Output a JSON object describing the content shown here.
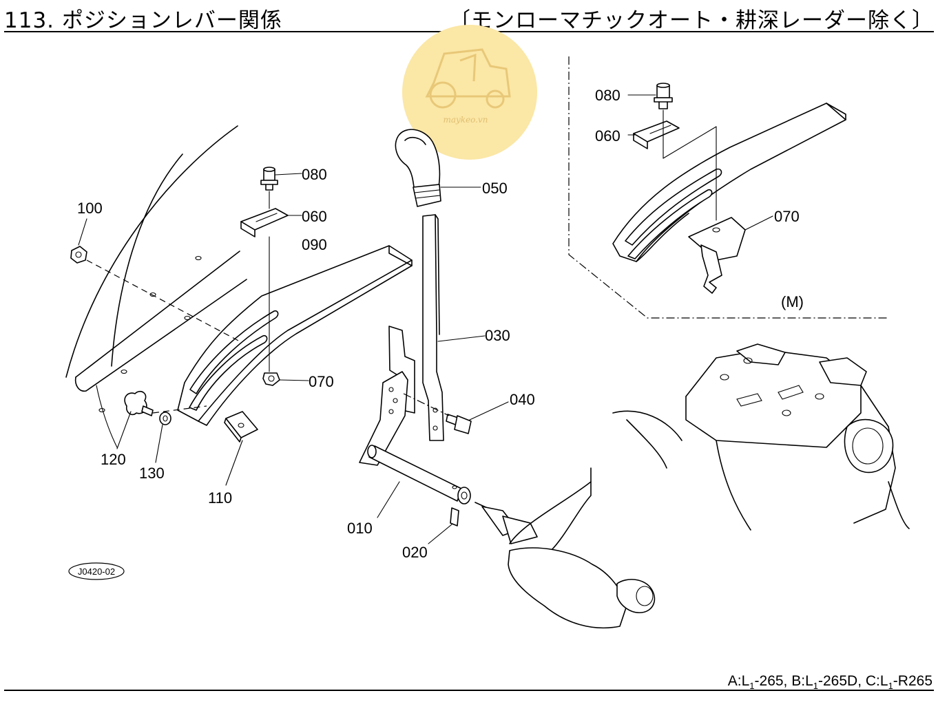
{
  "header": {
    "title": "113. ポジションレバー関係",
    "subtitle": "〔モンローマチックオート・耕深レーダー除く〕"
  },
  "diagram_code": "J0420-02",
  "watermark": {
    "text": "maykeo.vn",
    "color": "#f9e6a3"
  },
  "callouts": {
    "c010": "010",
    "c020": "020",
    "c030": "030",
    "c040": "040",
    "c050": "050",
    "c060_main": "060",
    "c060_inset": "060",
    "c070_main": "070",
    "c070_inset": "070",
    "c080_main": "080",
    "c080_inset": "080",
    "c090": "090",
    "c100": "100",
    "c110": "110",
    "c120": "120",
    "c130": "130"
  },
  "inset_label": "(M)",
  "footer": {
    "models": [
      {
        "prefix": "A:L",
        "sub": "1",
        "suffix": "-265,"
      },
      {
        "prefix": "B:L",
        "sub": "1",
        "suffix": "-265D,"
      },
      {
        "prefix": "C:L",
        "sub": "1",
        "suffix": "-R265"
      }
    ]
  }
}
